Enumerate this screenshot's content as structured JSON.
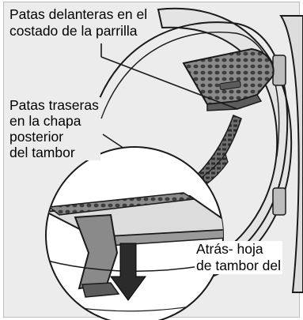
{
  "labels": {
    "front_legs": [
      "Patas delanteras en el",
      "costado de la parrilla"
    ],
    "rear_legs": [
      "Patas traseras",
      "en la chapa",
      "posterior",
      "del tambor"
    ],
    "back_sheet": [
      "Atrás- hoja",
      "de tambor del"
    ]
  },
  "colors": {
    "background": "#ececec",
    "rack": "#7d7d7d",
    "rack_holes": "#3e3e3e",
    "outline": "#1a1a1a",
    "arrow": "#2b2b2b"
  }
}
